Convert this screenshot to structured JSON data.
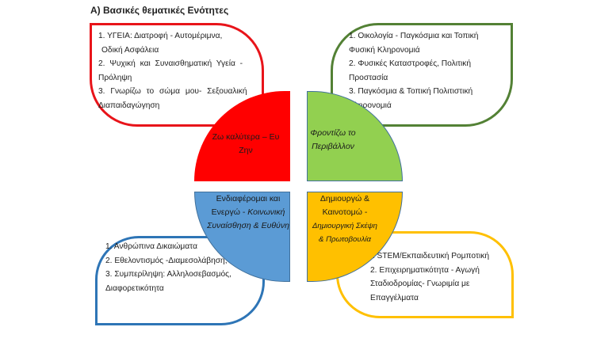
{
  "title": "A) Βασικές θεματικές Ενότητες",
  "colors": {
    "red": "#ff0000",
    "green": "#92d050",
    "blue": "#5b9bd5",
    "yellow": "#ffc000",
    "red_border": "#e8141a",
    "green_border": "#538135",
    "blue_border": "#2e75b6",
    "yellow_border": "#ffc000"
  },
  "quadrants": {
    "red": {
      "line1": "Ζω καλύτερα – Ευ",
      "line2": "Ζην"
    },
    "green": {
      "line1": "Φροντίζω το",
      "line2": "Περιβάλλον"
    },
    "blue": {
      "line1": "Ενδιαφέρομαι και",
      "line2_a": "Ενεργώ - ",
      "line2_b": "Κοινωνική",
      "line3": "Συναίσθηση & Ευθύνη"
    },
    "yellow": {
      "line1": "Δημιουργώ &",
      "line2": "Καινοτομώ -",
      "line3": "Δημιουργική Σκέψη",
      "line4": "& Πρωτοβουλία"
    }
  },
  "boxes": {
    "red": [
      "1. ΥΓΕΙΑ: Διατροφή - Αυτομέριμνα,",
      " Οδική Ασφάλεια",
      "2. Ψυχική και Συναισθηματική Υγεία -",
      "Πρόληψη",
      "3. Γνωρίζω το σώμα μου- Σεξουαλική",
      "Διαπαιδαγώγηση"
    ],
    "green": [
      "1. Οικολογία - Παγκόσμια και Τοπική",
      "Φυσική Κληρονομιά",
      "2. Φυσικές Καταστροφές, Πολιτική",
      "Προστασία",
      "3. Παγκόσμια & Τοπική Πολιτιστική",
      "Κληρονομιά"
    ],
    "blue": [
      "1. Ανθρώπινα Δικαιώματα",
      "2. Εθελοντισμός  -Διαμεσολάβηση,",
      "3. Συμπερίληψη: Αλληλοσεβασμός,",
      "Διαφορετικότητα"
    ],
    "yellow": [
      "1 STEM/Εκπαιδευτική Ρομποτική",
      "2. Επιχειρηματικότητα - Αγωγή",
      "Σταδιοδρομίας- Γνωριμία με",
      "Επαγγέλματα"
    ]
  }
}
